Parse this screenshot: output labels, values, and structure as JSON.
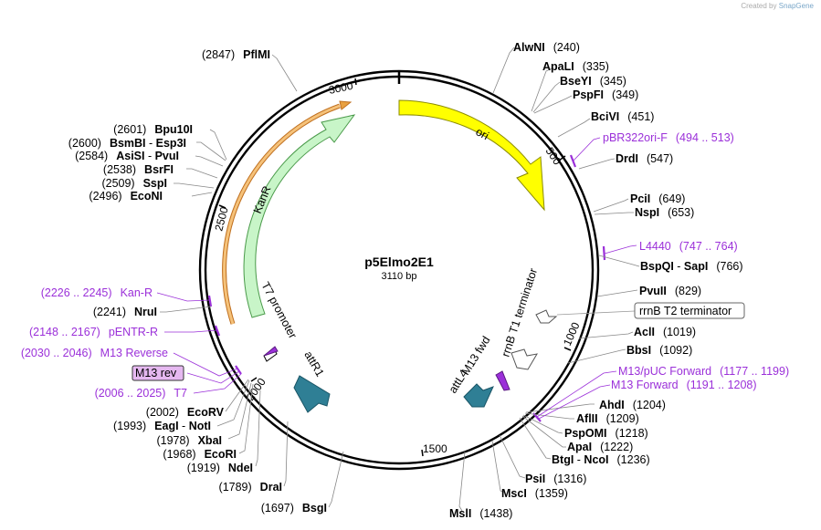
{
  "credit": {
    "prefix": "Created by",
    "brand": "SnapGene"
  },
  "plasmid": {
    "name": "p5Elmo2E1",
    "size_label": "3110 bp"
  },
  "ticks": [
    "500",
    "1000",
    "1500",
    "2000",
    "2500",
    "3000"
  ],
  "features": {
    "ori": "ori",
    "kanr": "KanR",
    "attr1": "attR1",
    "attl4": "attL4",
    "m13fwd": "M13 fwd",
    "t7promoter": "T7 promoter",
    "rrnbt1": "rrnB T1 terminator",
    "rrnbt2": "rrnB T2 terminator",
    "m13rev_box": "M13 rev"
  },
  "sites_right": [
    {
      "name": "AlwNI",
      "pos": "(240)"
    },
    {
      "name": "ApaLI",
      "pos": "(335)"
    },
    {
      "name": "BseYI",
      "pos": "(345)"
    },
    {
      "name": "PspFI",
      "pos": "(349)"
    },
    {
      "name": "BciVI",
      "pos": "(451)"
    },
    {
      "name": "DrdI",
      "pos": "(547)"
    },
    {
      "name": "PciI",
      "pos": "(649)"
    },
    {
      "name": "NspI",
      "pos": "(653)"
    },
    {
      "name": "BspQI",
      "sep": " - ",
      "name2": "SapI",
      "pos": "(766)"
    },
    {
      "name": "PvuII",
      "pos": "(829)"
    },
    {
      "name": "AclI",
      "pos": "(1019)"
    },
    {
      "name": "BbsI",
      "pos": "(1092)"
    },
    {
      "name": "AhdI",
      "pos": "(1204)"
    },
    {
      "name": "AflII",
      "pos": "(1209)"
    },
    {
      "name": "PspOMI",
      "pos": "(1218)"
    },
    {
      "name": "ApaI",
      "pos": "(1222)"
    },
    {
      "name": "BtgI",
      "sep": " - ",
      "name2": "NcoI",
      "pos": "(1236)"
    },
    {
      "name": "PsiI",
      "pos": "(1316)"
    },
    {
      "name": "MscI",
      "pos": "(1359)"
    },
    {
      "name": "MslI",
      "pos": "(1438)"
    }
  ],
  "sites_left": [
    {
      "name": "PflMI",
      "pos": "(2847)"
    },
    {
      "name": "Bpu10I",
      "pos": "(2601)"
    },
    {
      "name": "BsmBI",
      "sep": " - ",
      "name2": "Esp3I",
      "pos": "(2600)"
    },
    {
      "name": "AsiSI",
      "sep": " - ",
      "name2": "PvuI",
      "pos": "(2584)"
    },
    {
      "name": "BsrFI",
      "pos": "(2538)"
    },
    {
      "name": "SspI",
      "pos": "(2509)"
    },
    {
      "name": "EcoNI",
      "pos": "(2496)"
    },
    {
      "name": "NruI",
      "pos": "(2241)"
    },
    {
      "name": "EcoRV",
      "pos": "(2002)"
    },
    {
      "name": "EagI",
      "sep": " - ",
      "name2": "NotI",
      "pos": "(1993)"
    },
    {
      "name": "XbaI",
      "pos": "(1978)"
    },
    {
      "name": "EcoRI",
      "pos": "(1968)"
    },
    {
      "name": "NdeI",
      "pos": "(1919)"
    },
    {
      "name": "DraI",
      "pos": "(1789)"
    },
    {
      "name": "BsgI",
      "pos": "(1697)"
    }
  ],
  "primers": [
    {
      "name": "pBR322ori-F",
      "range": "(494 .. 513)"
    },
    {
      "name": "L4440",
      "range": "(747 .. 764)"
    },
    {
      "name": "M13/pUC Forward",
      "range": "(1177 .. 1199)"
    },
    {
      "name": "M13 Forward",
      "range": "(1191 .. 1208)"
    },
    {
      "name": "Kan-R",
      "range": "(2226 .. 2245)"
    },
    {
      "name": "pENTR-R",
      "range": "(2148 .. 2167)"
    },
    {
      "name": "M13 Reverse",
      "range": "(2030 .. 2046)"
    },
    {
      "name": "T7",
      "range": "(2006 .. 2025)"
    }
  ],
  "colors": {
    "ori": "#ffff00",
    "kanr": "#c8f5c8",
    "att": "#2f7f95",
    "primer": "#9b30d9",
    "orange": "#e8a040"
  }
}
